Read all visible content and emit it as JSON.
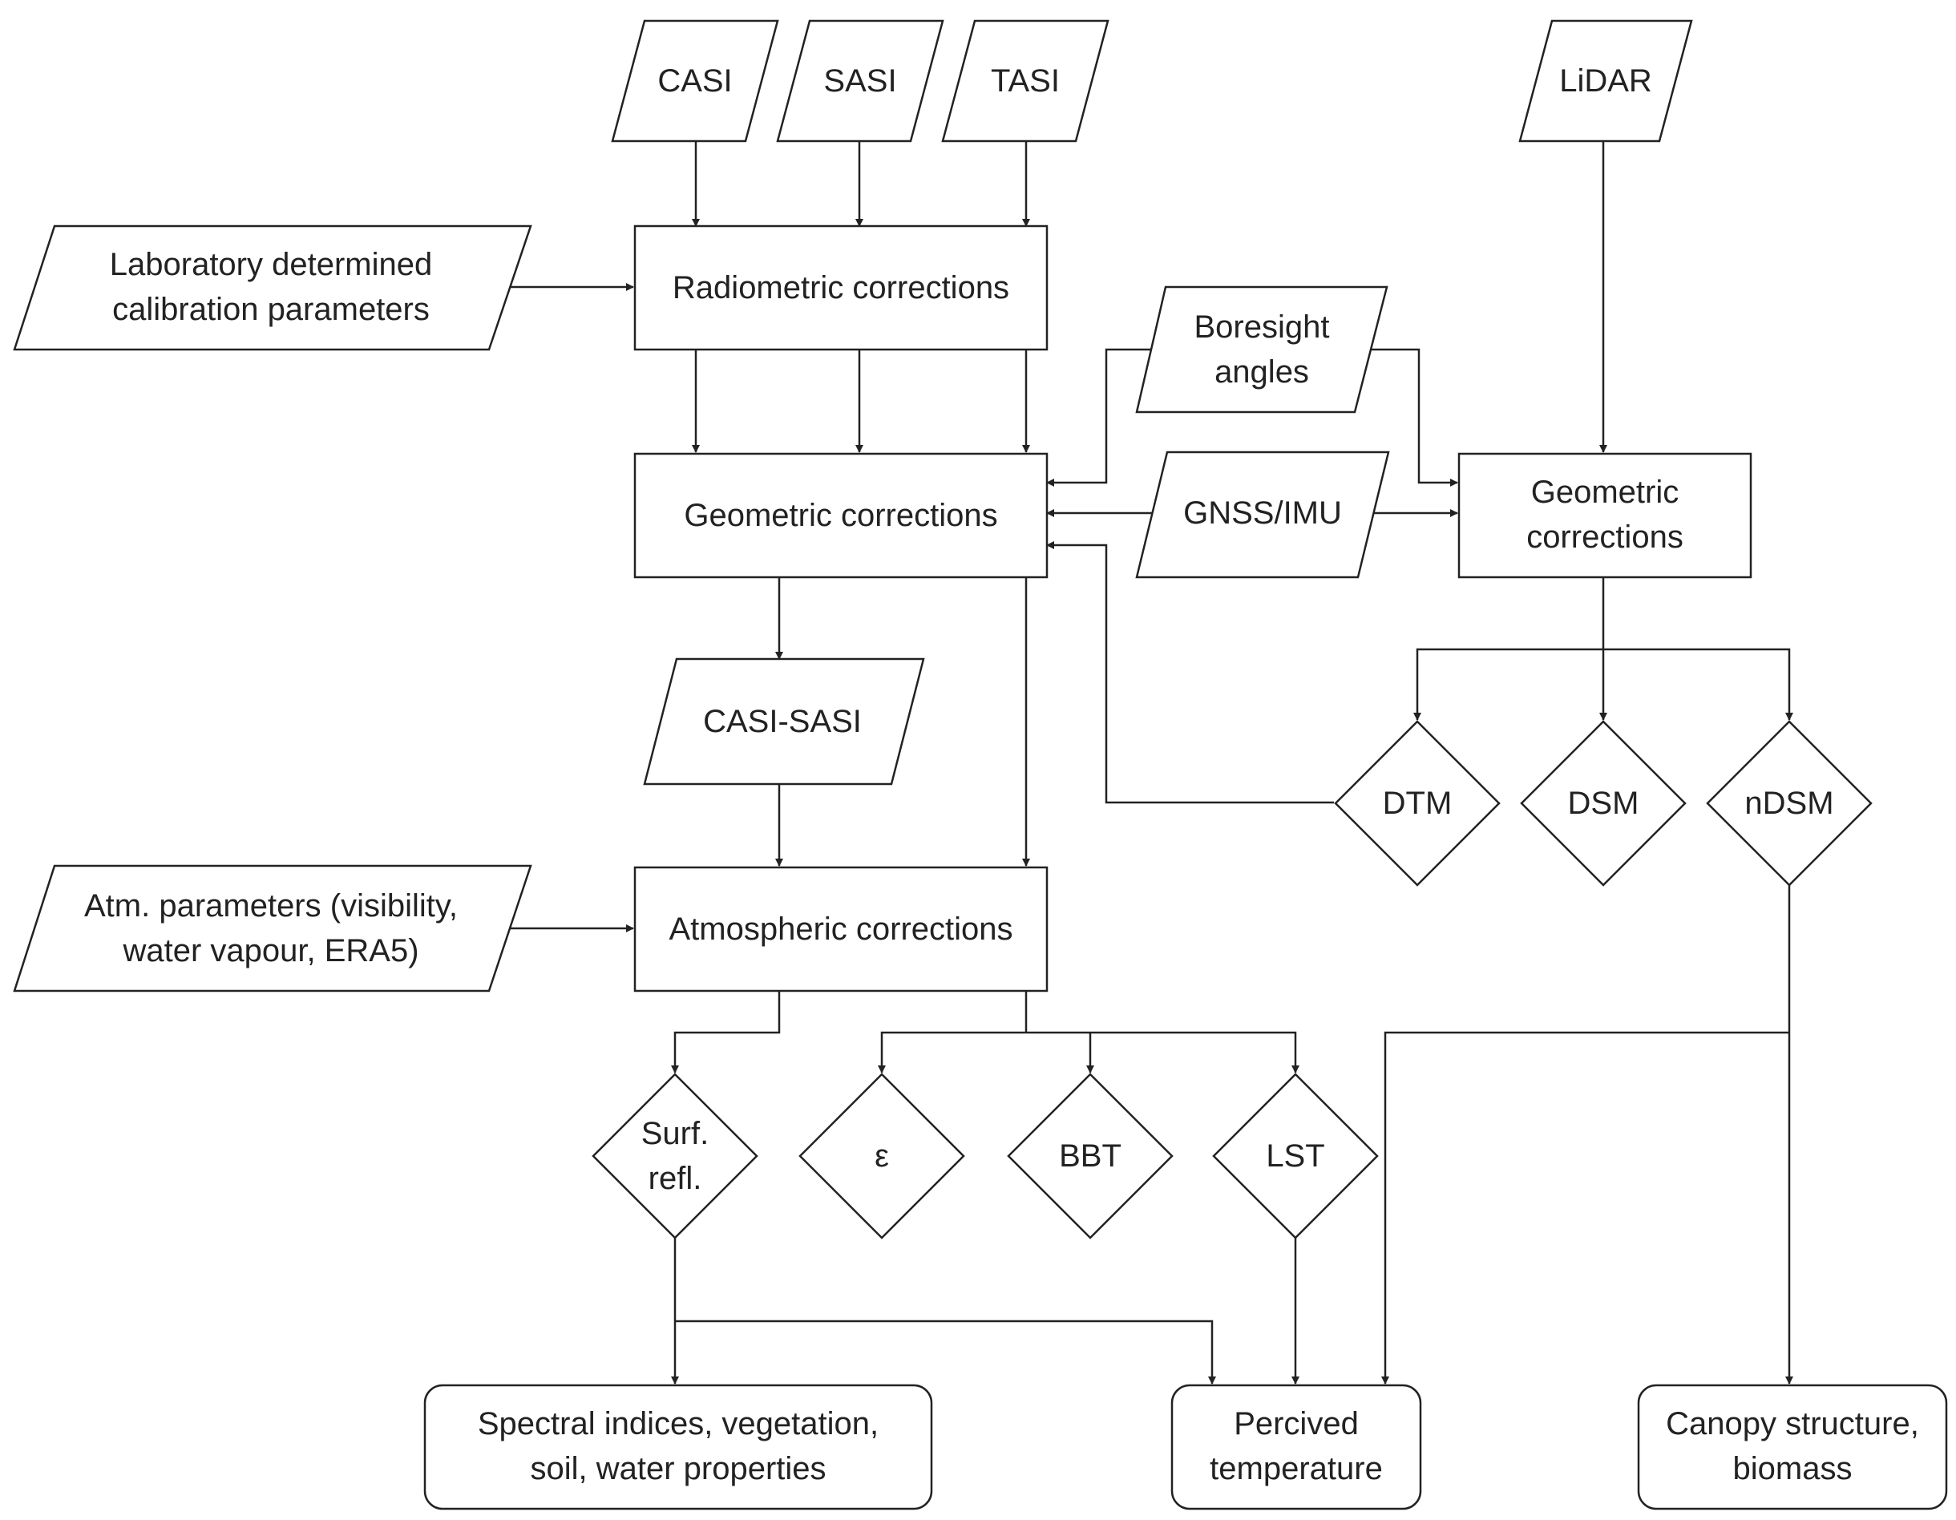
{
  "diagram": {
    "inputs": {
      "casi": "CASI",
      "sasi": "SASI",
      "tasi": "TASI",
      "lidar": "LiDAR",
      "lab_calibration": [
        "Laboratory determined",
        "calibration parameters"
      ],
      "boresight": [
        "Boresight",
        "angles"
      ],
      "gnss_imu": "GNSS/IMU",
      "casi_sasi": "CASI-SASI",
      "atm_params": [
        "Atm. parameters (visibility,",
        "water vapour, ERA5)"
      ]
    },
    "processes": {
      "radiometric": "Radiometric corrections",
      "geometric_left": "Geometric corrections",
      "geometric_right": [
        "Geometric",
        "corrections"
      ],
      "atmospheric": "Atmospheric corrections"
    },
    "products": {
      "dtm": "DTM",
      "dsm": "DSM",
      "ndsm": "nDSM",
      "surf_refl": [
        "Surf.",
        "refl."
      ],
      "epsilon": "ε",
      "bbt": "BBT",
      "lst": "LST"
    },
    "outputs": {
      "spectral": [
        "Spectral indices, vegetation,",
        "soil, water properties"
      ],
      "perceived_temp": [
        "Percived",
        "temperature"
      ],
      "canopy": [
        "Canopy structure,",
        "biomass"
      ]
    }
  }
}
